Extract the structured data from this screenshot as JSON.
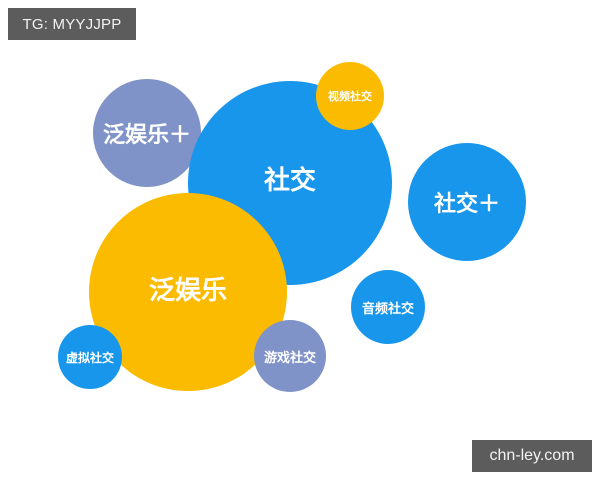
{
  "watermarks": {
    "top_left": "TG: MYYJJPP",
    "bottom_right": "chn-ley.com"
  },
  "colors": {
    "blue": "#1796ec",
    "yellow": "#fbbb00",
    "lavender": "#8093c8",
    "watermark_bg": "#5c5c5c"
  },
  "bubbles": [
    {
      "id": "fan-yule-plus",
      "label": "泛娱乐＋",
      "color": "lavender"
    },
    {
      "id": "shejiao",
      "label": "社交",
      "color": "blue"
    },
    {
      "id": "shipin-shejiao",
      "label": "视频社交",
      "color": "yellow"
    },
    {
      "id": "shejiao-plus",
      "label": "社交＋",
      "color": "blue"
    },
    {
      "id": "fan-yule",
      "label": "泛娱乐",
      "color": "yellow"
    },
    {
      "id": "yinpin-shejiao",
      "label": "音频社交",
      "color": "blue"
    },
    {
      "id": "xuni-shejiao",
      "label": "虚拟社交",
      "color": "blue"
    },
    {
      "id": "youxi-shejiao",
      "label": "游戏社交",
      "color": "lavender"
    }
  ]
}
